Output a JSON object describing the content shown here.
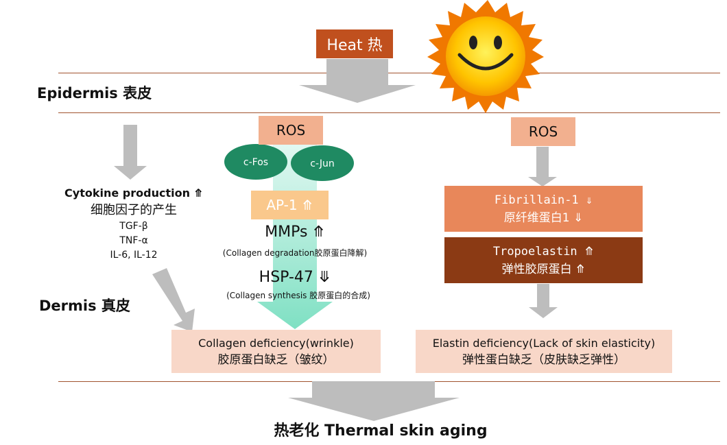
{
  "heat_label": "Heat 热",
  "layers": {
    "epidermis": "Epidermis 表皮",
    "dermis": "Dermis 真皮"
  },
  "left": {
    "title": "Cytokine production ⤊",
    "subtitle": "细胞因子的产生",
    "items": [
      "TGF-β",
      "TNF-α",
      "IL-6, IL-12"
    ]
  },
  "middle": {
    "ros": "ROS",
    "cfos": "c-Fos",
    "cjun": "c-Jun",
    "ap1": "AP-1 ⤊",
    "mmps": "MMPs ⤊",
    "mmps_note": "(Collagen degradation胶原蛋白降解)",
    "hsp": "HSP-47 ⤋",
    "hsp_note": "(Collagen synthesis 胶原蛋白的合成)"
  },
  "right": {
    "ros": "ROS",
    "fibrillin_en": "Fibrillain-1 ⇓",
    "fibrillin_cn": "原纤维蛋白1 ⇓",
    "tropo_en": "Tropoelastin ⤊",
    "tropo_cn": "弹性胶原蛋白 ⤊"
  },
  "outcomes": {
    "collagen_en": "Collagen deficiency(wrinkle)",
    "collagen_cn": "胶原蛋白缺乏（皱纹）",
    "elastin_en": "Elastin deficiency(Lack of skin elasticity)",
    "elastin_cn": "弹性蛋白缺乏（皮肤缺乏弹性）"
  },
  "result": "热老化  Thermal skin aging",
  "colors": {
    "heat_box": "#c0501e",
    "ros_box": "#f2b08f",
    "ap1_box": "#fac88c",
    "ellipse": "#1f8a62",
    "fibrillin_box": "#e8875a",
    "tropo_box": "#8b3a14",
    "outcome_box": "#f8d7c8",
    "arrow_gray": "#bdbdbd",
    "line": "#a0522d",
    "sun": "#ffcc00"
  }
}
